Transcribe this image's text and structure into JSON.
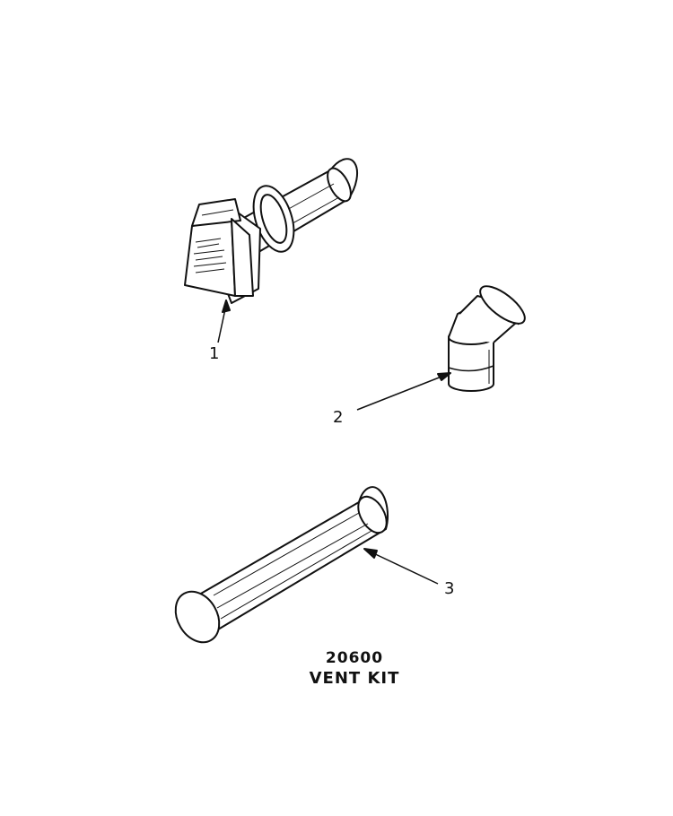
{
  "parts": [
    {
      "callout": "1",
      "icon": "hood-icon"
    },
    {
      "callout": "2",
      "icon": "elbow-icon"
    },
    {
      "callout": "3",
      "icon": "duct-pipe-icon"
    }
  ],
  "kit": {
    "number": "20600",
    "name": "VENT KIT"
  },
  "colors": {
    "ink": "#111111",
    "background": "#ffffff"
  }
}
